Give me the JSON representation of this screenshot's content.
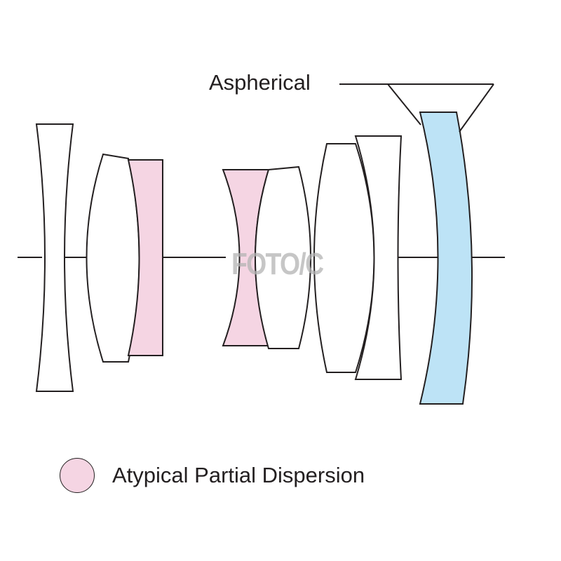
{
  "labels": {
    "aspherical": "Aspherical",
    "legend": "Atypical Partial Dispersion",
    "watermark": "FOTO/C"
  },
  "colors": {
    "outline": "#231f20",
    "apd_fill": "#f5d5e3",
    "aspherical_fill": "#bde3f6",
    "plain_fill": "#ffffff"
  }
}
